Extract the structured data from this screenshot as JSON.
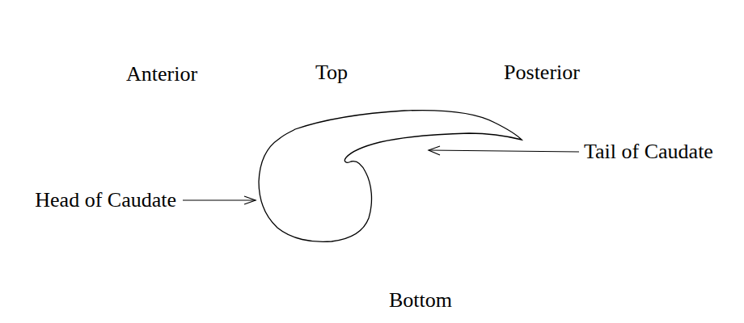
{
  "diagram": {
    "labels": [
      "Anterior",
      "Top",
      "Posterior",
      "Tail of Caudate",
      "Head of Caudate",
      "Bottom"
    ]
  }
}
